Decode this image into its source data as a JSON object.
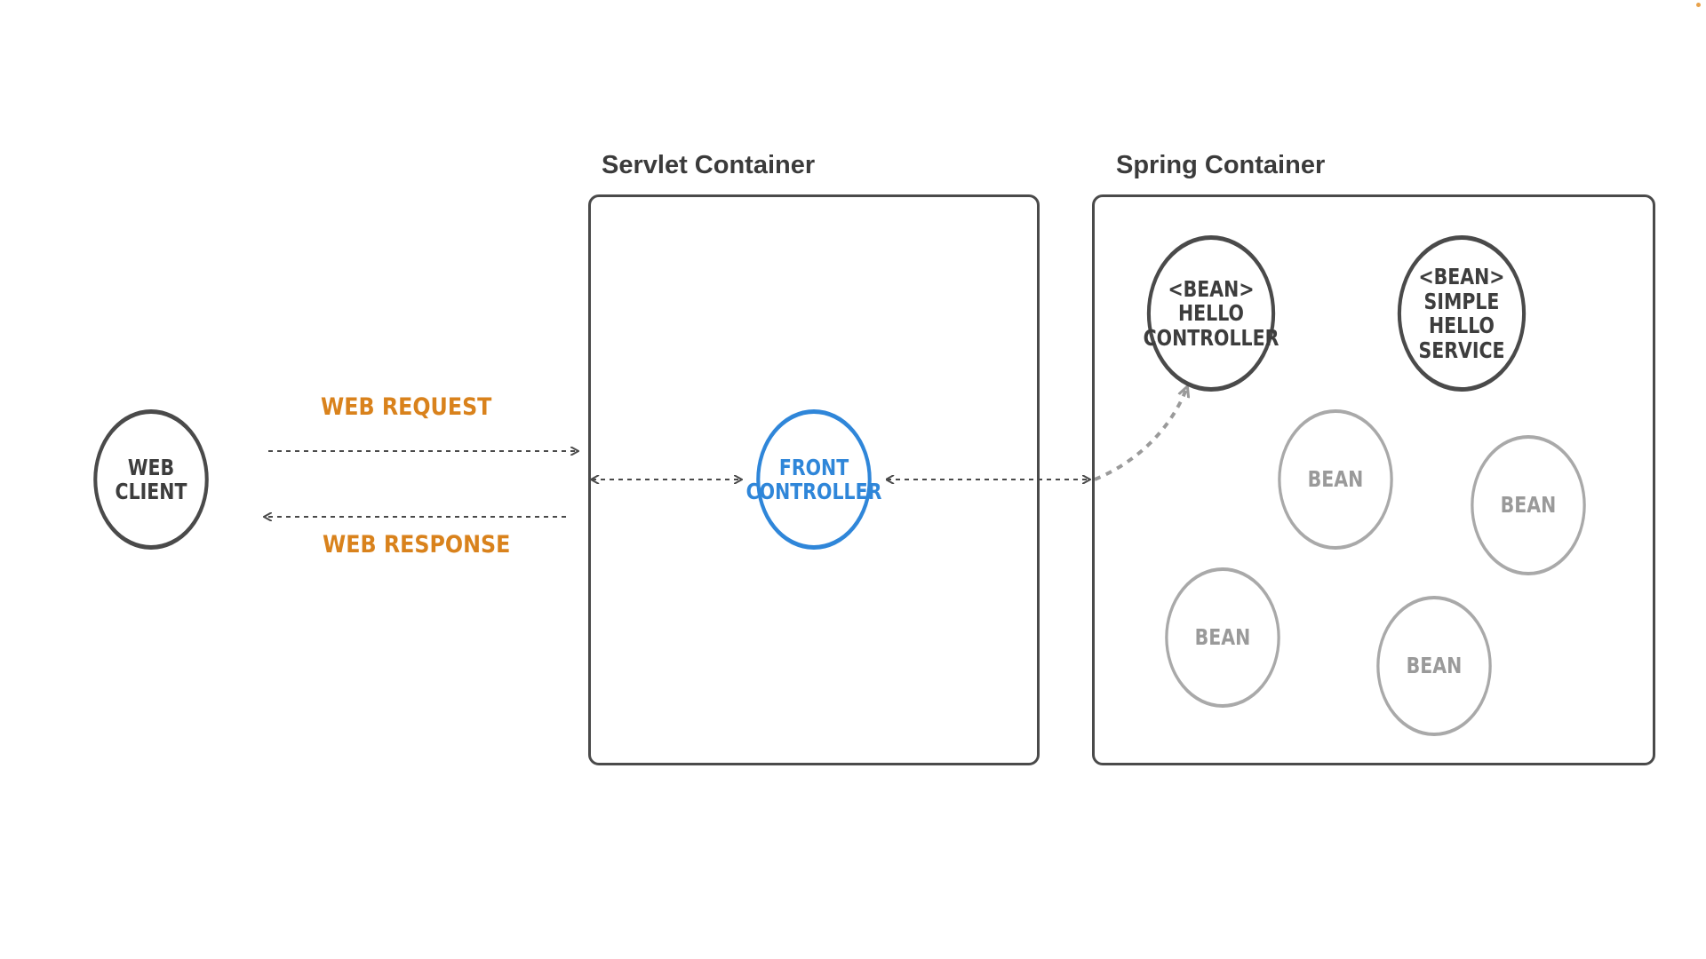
{
  "containers": {
    "servlet": {
      "title": "Servlet Container"
    },
    "spring": {
      "title": "Spring Container"
    }
  },
  "nodes": {
    "web_client": "WEB\nCLIENT",
    "front_controller": "FRONT\nCONTROLLER",
    "hello_controller": "<BEAN>\nHELLO\nCONTROLLER",
    "simple_hello_service": "<BEAN>\nSIMPLE\nHELLO\nSERVICE",
    "bean_1": "BEAN",
    "bean_2": "BEAN",
    "bean_3": "BEAN",
    "bean_4": "BEAN"
  },
  "flows": {
    "request": "WEB REQUEST",
    "response": "WEB RESPONSE"
  },
  "colors": {
    "outline": "#4a4a4a",
    "front_controller": "#2f86d9",
    "flow_label": "#d9821c",
    "bean_gray": "#a9a9a9"
  }
}
